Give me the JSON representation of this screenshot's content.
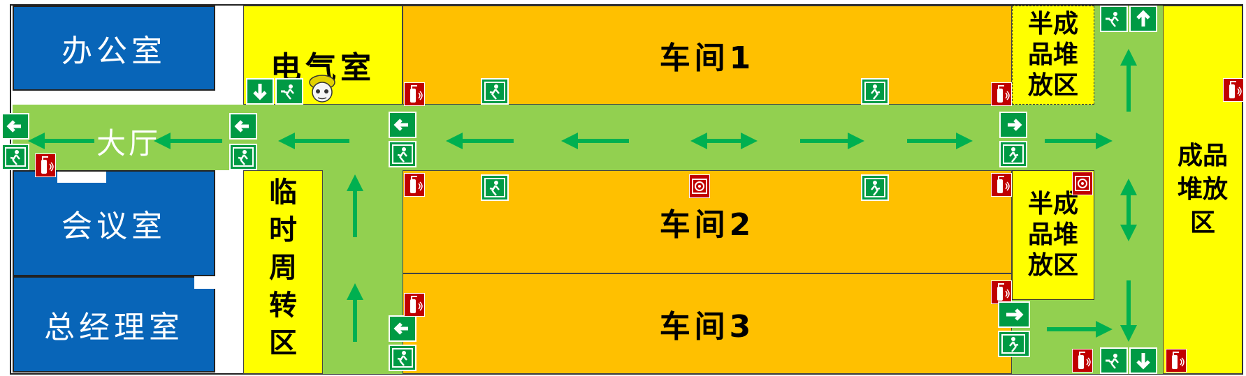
{
  "rooms": {
    "office": "办公室",
    "meeting": "会议室",
    "gm_office": "总经理室",
    "electrical": "电气室",
    "workshop1": "车间1",
    "workshop2": "车间2",
    "workshop3": "车间3",
    "hall": "大厅",
    "temp_transfer": [
      "临",
      "时",
      "周",
      "转",
      "区"
    ],
    "semi_top": [
      "半成",
      "品堆",
      "放区"
    ],
    "semi_mid": [
      "半成",
      "品堆",
      "放区"
    ],
    "finished": [
      "成品",
      "堆放",
      "区"
    ]
  },
  "colors": {
    "office_blue": "#0865b8",
    "corridor_green": "#92d050",
    "arrow_green": "#00b050",
    "workshop_orange": "#ffc000",
    "zone_yellow": "#ffff00",
    "exit_sign_green": "#009a44",
    "extinguisher_red": "#c00000"
  },
  "icons": [
    "exit-sign-icon",
    "running-man-icon",
    "fire-extinguisher-icon",
    "fire-hydrant-icon",
    "arrow-left-icon",
    "arrow-right-icon",
    "arrow-up-icon",
    "arrow-down-icon",
    "mascot-icon"
  ]
}
